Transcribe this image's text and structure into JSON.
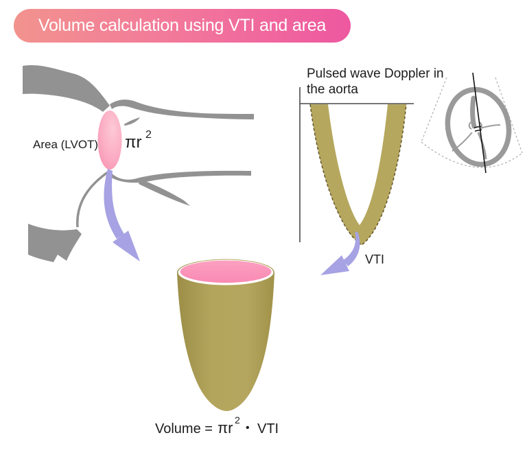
{
  "banner": {
    "title": "Volume calculation using VTI and area"
  },
  "lvot": {
    "area_label": "Area (LVOT)",
    "pi_r": "πr",
    "exponent": "2"
  },
  "doppler": {
    "heading_line1": "Pulsed wave Doppler in",
    "heading_line2": "the aorta",
    "vti_label": "VTI"
  },
  "formula": {
    "volume_equals": "Volume =",
    "pi_r": "πr",
    "exponent": "2",
    "dot": "•",
    "vti": "VTI"
  },
  "colors": {
    "banner_gradient_start": "#f2938e",
    "banner_gradient_end": "#ee58a0",
    "anatomy_gray": "#929292",
    "heart_sector_gray": "#9a9a9a",
    "khaki_fill": "#b5a75e",
    "khaki_outline_dashed": "#5e4f26",
    "lvot_ellipse_pink_light": "#fdc9d6",
    "lvot_ellipse_pink_deep": "#f687a8",
    "cylinder_top_pink": "#fb9abb",
    "arrow_purple": "#a6a2e3",
    "axis_dark": "#4a4a4a",
    "text_dark": "#1c1c1c"
  }
}
